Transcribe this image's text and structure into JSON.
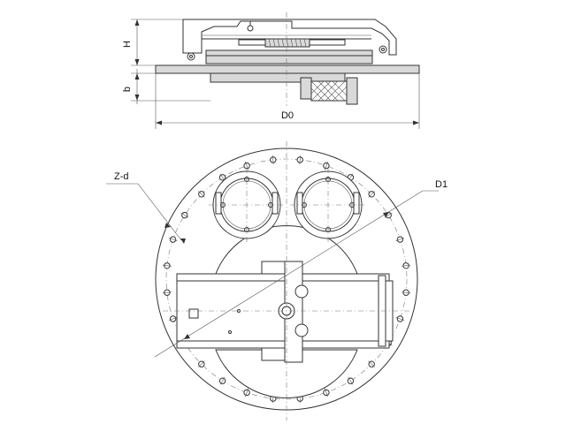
{
  "labels": {
    "height_H": "H",
    "height_b": "b",
    "outer_diameter": "D0",
    "bolt_circle": "D1",
    "bolt_holes": "Z-d"
  }
}
